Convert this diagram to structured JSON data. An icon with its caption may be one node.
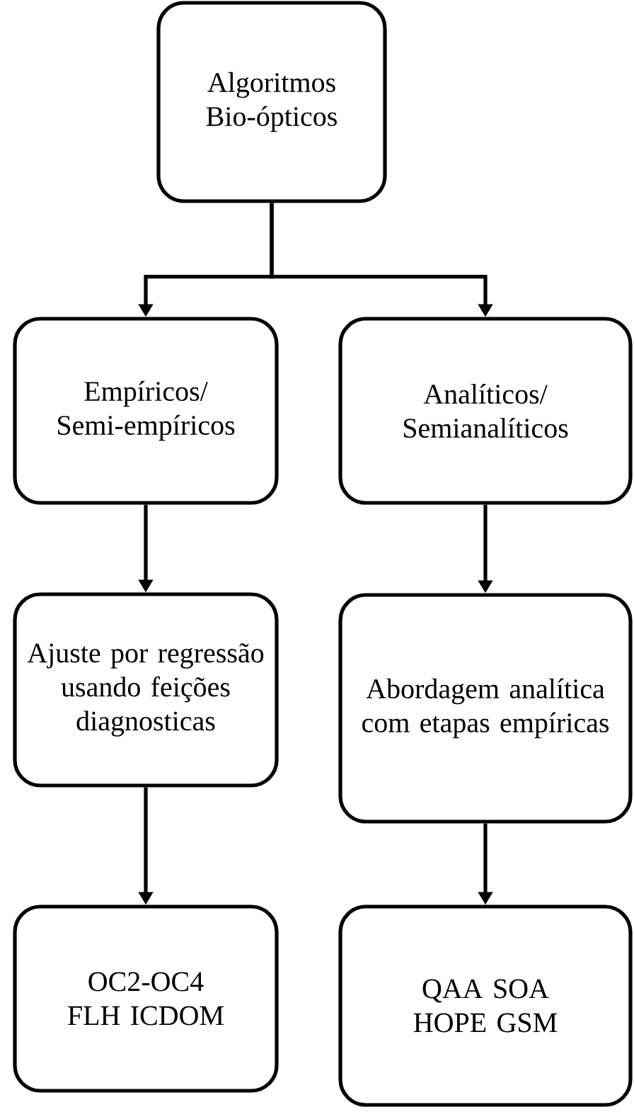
{
  "diagram": {
    "nodes": [
      {
        "text": [
          "Algoritmos Bio-ópticos"
        ]
      },
      {
        "text": [
          "Empíricos/ Semi-empíricos"
        ]
      },
      {
        "text": [
          "Analíticos/ Semianalíticos"
        ]
      },
      {
        "text": [
          "Ajuste por regressão usando feições diagnosticas"
        ]
      },
      {
        "text": [
          "Abordagem analítica com etapas empíricas"
        ]
      },
      {
        "text": [
          "OC2-OC4 FLH ICDOM"
        ]
      },
      {
        "text": [
          "QAA SOA HOPE GSM"
        ]
      }
    ],
    "edges": [
      {
        "from": 0,
        "to": 1,
        "arrow": "to"
      },
      {
        "from": 0,
        "to": 2,
        "arrow": "to"
      },
      {
        "from": 1,
        "to": 3,
        "arrow": "to"
      },
      {
        "from": 2,
        "to": 4,
        "arrow": "to"
      },
      {
        "from": 3,
        "to": 5,
        "arrow": "to"
      },
      {
        "from": 4,
        "to": 6,
        "arrow": "to"
      }
    ]
  }
}
